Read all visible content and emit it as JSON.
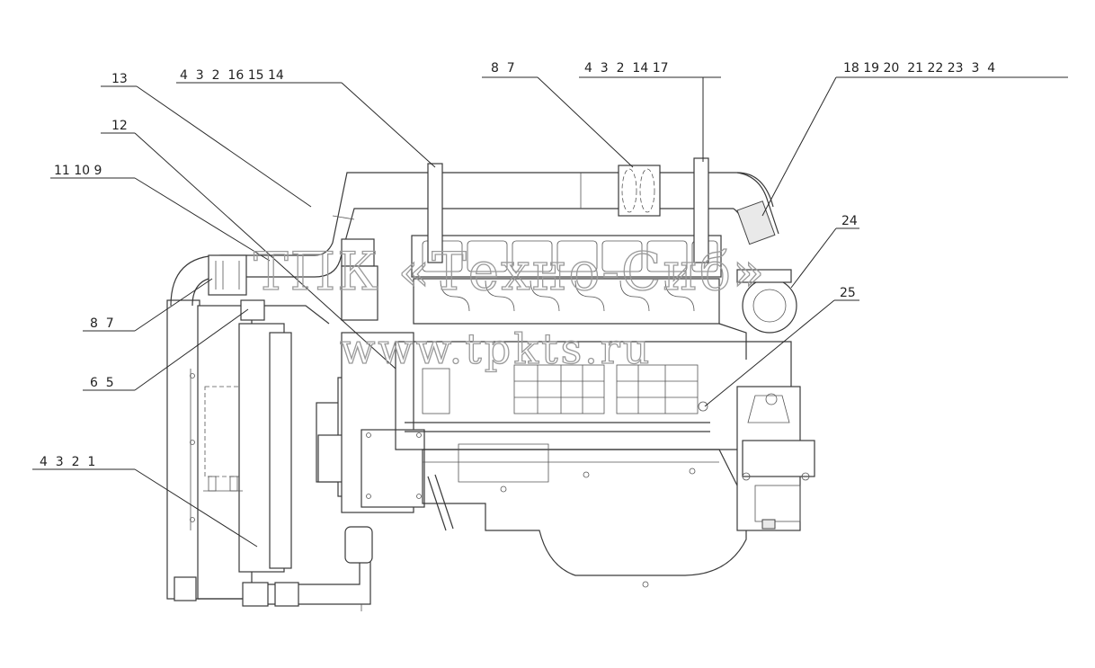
{
  "callouts": [
    {
      "id": "c1",
      "text": "13"
    },
    {
      "id": "c2",
      "text": "4  3  2  16 15 14"
    },
    {
      "id": "c3",
      "text": "8  7"
    },
    {
      "id": "c4",
      "text": "4  3  2  14 17"
    },
    {
      "id": "c5",
      "text": "18 19 20  21 22 23  3  4"
    },
    {
      "id": "c6",
      "text": "12"
    },
    {
      "id": "c7",
      "text": "11 10 9"
    },
    {
      "id": "c8",
      "text": "24"
    },
    {
      "id": "c9",
      "text": "25"
    },
    {
      "id": "c10",
      "text": "8  7"
    },
    {
      "id": "c11",
      "text": "6  5"
    },
    {
      "id": "c12",
      "text": "4  3  2  1"
    }
  ],
  "watermark": {
    "line1": "ТПК «Техно-Сиб»",
    "line2": "www.tpkts.ru"
  }
}
